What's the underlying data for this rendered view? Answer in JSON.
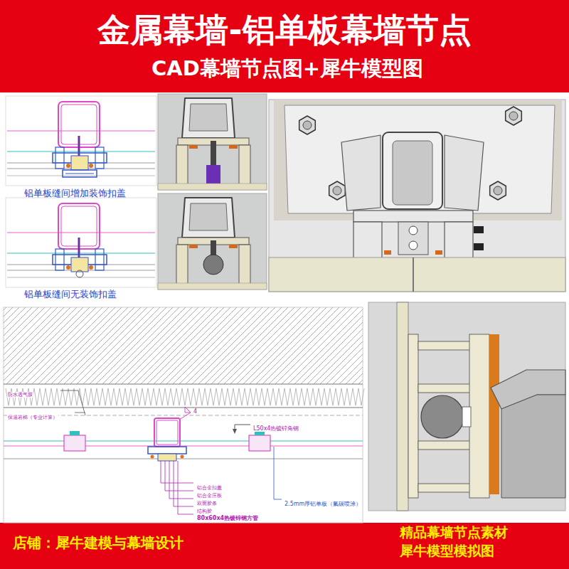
{
  "diagram": {
    "title": "金属幕墙-铝单板幕墙节点",
    "labels": [
      "CAD幕墙节点图+犀牛模型图",
      "铝单板缝间增加装饰扣盖",
      "铝单板缝间无装饰扣盖",
      "防水透气膜",
      "保温岩棉（专业计算）",
      "4",
      "L50x4热镀锌角钢",
      "铝合金扣盖",
      "铝合金压板",
      "双面胶条",
      "结构胶",
      "80x60x4热镀锌钢方管",
      "2.5mm厚铝单板（氟碳喷涂）",
      "店铺：犀牛建模与幕墙设计",
      "精品幕墙节点素材",
      "犀牛模型模拟图"
    ]
  }
}
